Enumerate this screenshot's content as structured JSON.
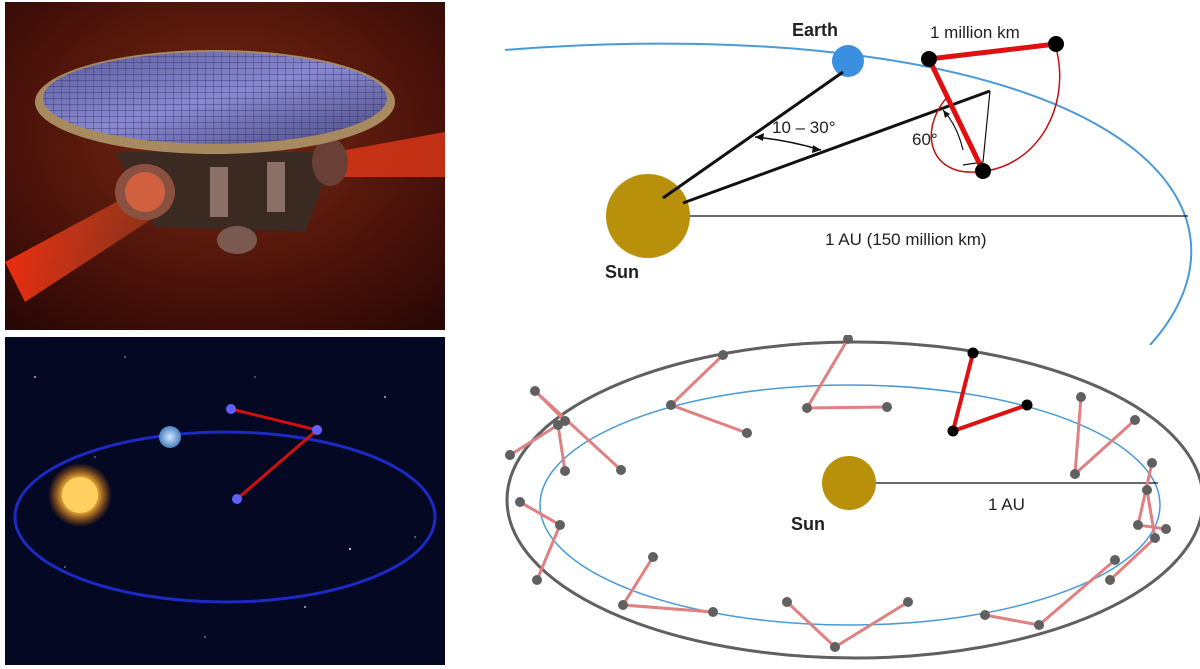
{
  "top_diagram": {
    "earth_label": "Earth",
    "sun_label": "Sun",
    "angle_label": "10 – 30°",
    "arm_label": "1 million km",
    "triangle_angle_label": "60°",
    "distance_label": "1 AU (150 million km)"
  },
  "bottom_diagram": {
    "sun_label": "Sun",
    "distance_label": "1 AU"
  },
  "colors": {
    "sun": "#b8900a",
    "earth": "#3b8fe0",
    "orbit": "#4a9ad8",
    "arm_red": "#e01010",
    "arm_pink": "#e08080",
    "node": "#606060",
    "ellipse": "#606060"
  }
}
